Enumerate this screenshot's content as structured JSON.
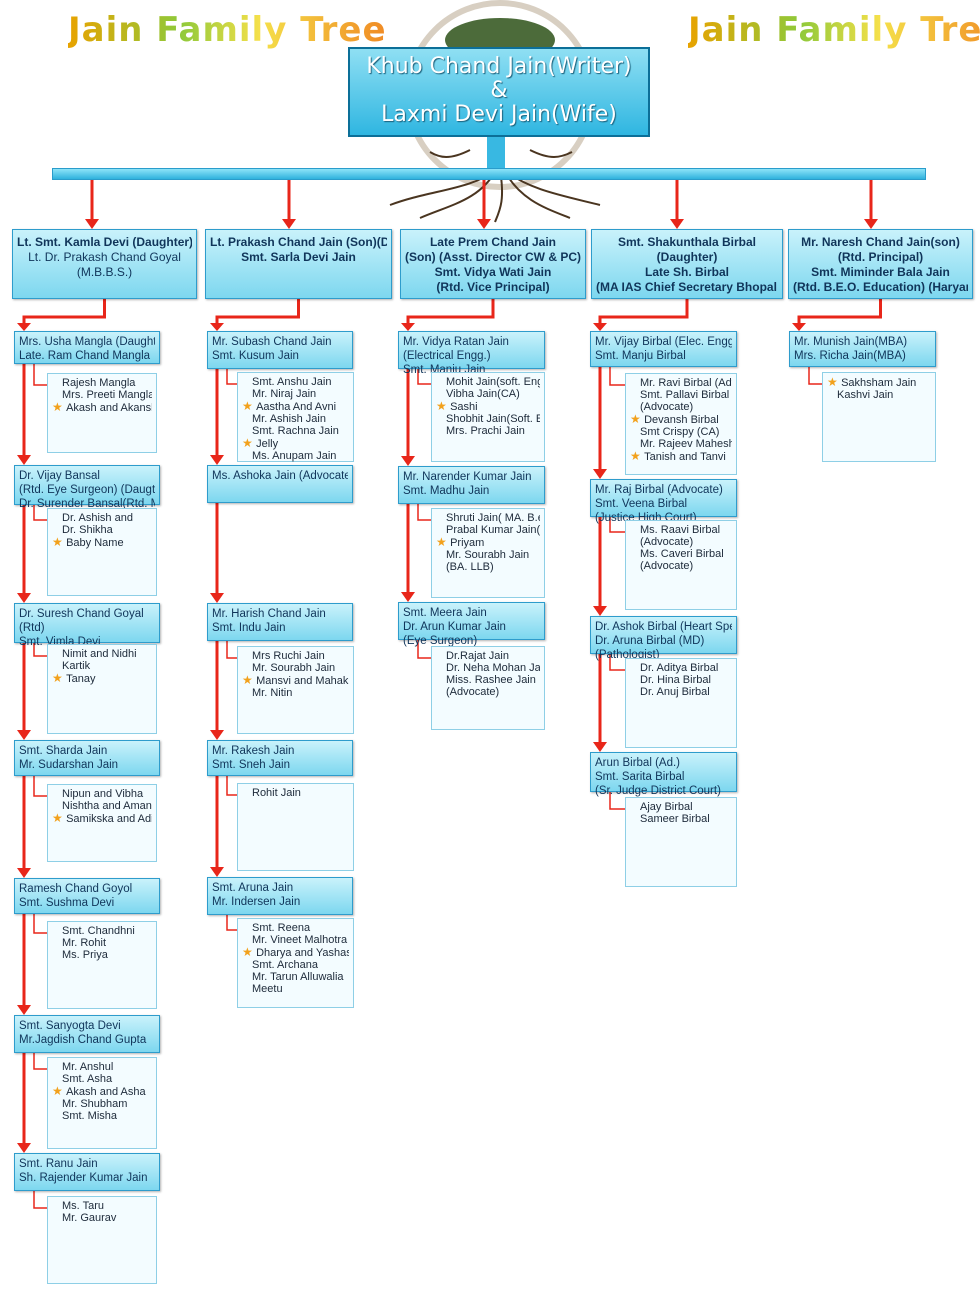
{
  "title_left": "Jain Family Tree",
  "title_right": "Jain Family Tree",
  "root": {
    "line1": "Khub Chand Jain(Writer)",
    "line2": "&",
    "line3": "Laxmi Devi Jain(Wife)"
  },
  "columns": [
    {
      "head": [
        "Lt. Smt. Kamla Devi (Daughter)",
        "Lt. Dr. Prakash Chand Goyal",
        "(M.B.B.S.)"
      ],
      "families": [
        {
          "parents": [
            "Mrs. Usha Mangla (Daughter)",
            "Late. Ram Chand Mangla"
          ],
          "children": [
            {
              "t": "Rajesh Mangla"
            },
            {
              "t": "Mrs. Preeti Mangla"
            },
            {
              "t": "Akash and Akansha",
              "star": true
            }
          ]
        },
        {
          "parents": [
            "Dr. Vijay Bansal",
            "(Rtd. Eye Surgeon) (Daugter)",
            "Dr. Surender Bansal(Rtd. MD)"
          ],
          "children": [
            {
              "t": "Dr. Ashish and"
            },
            {
              "t": "Dr. Shikha"
            },
            {
              "t": "Baby Name",
              "star": true
            }
          ]
        },
        {
          "parents": [
            "Dr. Suresh Chand Goyal",
            "(Rtd)",
            "Smt. Vimla Devi"
          ],
          "children": [
            {
              "t": "Nimit and Nidhi"
            },
            {
              "t": "Kartik"
            },
            {
              "t": "Tanay",
              "star": true
            }
          ]
        },
        {
          "parents": [
            "Smt. Sharda Jain",
            "Mr. Sudarshan Jain"
          ],
          "children": [
            {
              "t": "Nipun and Vibha"
            },
            {
              "t": "Nishtha and Aman"
            },
            {
              "t": "Samikska and Aditya",
              "star": true
            }
          ]
        },
        {
          "parents": [
            "Ramesh Chand Goyol",
            "Smt. Sushma Devi"
          ],
          "children": [
            {
              "t": "Smt. Chandhni"
            },
            {
              "t": "Mr. Rohit"
            },
            {
              "t": "Ms. Priya"
            }
          ]
        },
        {
          "parents": [
            "Smt. Sanyogta Devi",
            "Mr.Jagdish Chand Gupta"
          ],
          "children": [
            {
              "t": "Mr. Anshul"
            },
            {
              "t": "Smt. Asha"
            },
            {
              "t": "Akash and Asha",
              "star": true
            },
            {
              "t": "Mr. Shubham"
            },
            {
              "t": "Smt. Misha"
            }
          ]
        },
        {
          "parents": [
            "Smt. Ranu Jain",
            "Sh. Rajender Kumar Jain"
          ],
          "children": [
            {
              "t": "Ms. Taru"
            },
            {
              "t": "Mr. Gaurav"
            }
          ]
        }
      ]
    },
    {
      "head": [
        "Lt. Prakash Chand Jain (Son)(DSP)",
        "Smt. Sarla Devi Jain"
      ],
      "families": [
        {
          "parents": [
            "Mr. Subash Chand Jain",
            "Smt. Kusum Jain"
          ],
          "children": [
            {
              "t": "Smt. Anshu Jain"
            },
            {
              "t": "Mr. Niraj Jain"
            },
            {
              "t": "Aastha And Avni",
              "star": true
            },
            {
              "t": "Mr. Ashish Jain"
            },
            {
              "t": "Smt. Rachna Jain"
            },
            {
              "t": "Jelly",
              "star": true
            },
            {
              "t": "Ms. Anupam Jain"
            }
          ]
        },
        {
          "parents": [
            "Ms. Ashoka Jain (Advocate)"
          ],
          "children": []
        },
        {
          "parents": [
            "Mr. Harish Chand Jain",
            "Smt. Indu Jain"
          ],
          "children": [
            {
              "t": "Mrs Ruchi Jain"
            },
            {
              "t": "Mr. Sourabh Jain"
            },
            {
              "t": "Mansvi and Mahak",
              "star": true
            },
            {
              "t": "Mr. Nitin"
            }
          ]
        },
        {
          "parents": [
            "Mr. Rakesh Jain",
            "Smt. Sneh Jain"
          ],
          "children": [
            {
              "t": "Rohit Jain"
            }
          ]
        },
        {
          "parents": [
            "Smt. Aruna Jain",
            "Mr. Indersen Jain"
          ],
          "children": [
            {
              "t": "Smt. Reena"
            },
            {
              "t": "Mr. Vineet Malhotra"
            },
            {
              "t": "Dharya and Yashasvi",
              "star": true
            },
            {
              "t": "Smt. Archana"
            },
            {
              "t": "Mr. Tarun Alluwalia"
            },
            {
              "t": "Meetu"
            }
          ]
        }
      ]
    },
    {
      "head": [
        "Late Prem Chand Jain",
        "(Son) (Asst. Director CW & PC)",
        "Smt. Vidya Wati Jain",
        "(Rtd. Vice Principal)"
      ],
      "families": [
        {
          "parents": [
            "Mr. Vidya Ratan Jain",
            "(Electrical Engg.)",
            "Smt. Manju Jain"
          ],
          "children": [
            {
              "t": "Mohit Jain(soft. Engg."
            },
            {
              "t": "Vibha Jain(CA)"
            },
            {
              "t": "Sashi",
              "star": true
            },
            {
              "t": "Shobhit Jain(Soft. Engg.)"
            },
            {
              "t": "Mrs. Prachi Jain"
            }
          ]
        },
        {
          "parents": [
            "Mr. Narender Kumar Jain",
            "Smt. Madhu Jain"
          ],
          "children": [
            {
              "t": "Shruti Jain( MA. B.ed.)"
            },
            {
              "t": "Prabal Kumar Jain(CA)"
            },
            {
              "t": "Priyam",
              "star": true
            },
            {
              "t": "Mr. Sourabh Jain"
            },
            {
              "t": "(BA. LLB)"
            }
          ]
        },
        {
          "parents": [
            "Smt. Meera Jain",
            "Dr. Arun Kumar Jain",
            "(Eye Surgeon)"
          ],
          "children": [
            {
              "t": "Dr.Rajat Jain"
            },
            {
              "t": "Dr. Neha Mohan Jain"
            },
            {
              "t": "Miss. Rashee Jain"
            },
            {
              "t": "(Advocate)"
            }
          ]
        }
      ]
    },
    {
      "head": [
        "Smt. Shakunthala Birbal",
        "(Daughter)",
        "Late Sh. Birbal",
        "(MA IAS Chief Secretary Bhopal M.P.)"
      ],
      "families": [
        {
          "parents": [
            "Mr. Vijay Birbal (Elec. Engg.)",
            "Smt. Manju Birbal"
          ],
          "children": [
            {
              "t": "Mr. Ravi Birbal (Advocate)"
            },
            {
              "t": "Smt. Pallavi Birbal"
            },
            {
              "t": "(Advocate)"
            },
            {
              "t": "Devansh Birbal",
              "star": true
            },
            {
              "t": "Smt Crispy (CA)"
            },
            {
              "t": "Mr. Rajeev Maheshvary (CA)"
            },
            {
              "t": "Tanish and Tanvi",
              "star": true
            }
          ]
        },
        {
          "parents": [
            "Mr. Raj Birbal (Advocate)",
            "Smt. Veena Birbal",
            "(Justice High Court)"
          ],
          "children": [
            {
              "t": "Ms. Raavi Birbal"
            },
            {
              "t": "(Advocate)"
            },
            {
              "t": "Ms. Caveri Birbal"
            },
            {
              "t": "(Advocate)"
            }
          ]
        },
        {
          "parents": [
            "Dr. Ashok Birbal (Heart Spec.)",
            "Dr. Aruna Birbal (MD)",
            "(Pathologist)"
          ],
          "children": [
            {
              "t": "Dr. Aditya Birbal"
            },
            {
              "t": "Dr. Hina Birbal"
            },
            {
              "t": "Dr. Anuj Birbal"
            }
          ]
        },
        {
          "parents": [
            "Arun Birbal (Ad.)",
            "Smt. Sarita Birbal",
            "(Sr. Judge District Court)"
          ],
          "children": [
            {
              "t": "Ajay Birbal"
            },
            {
              "t": "Sameer Birbal"
            }
          ]
        }
      ]
    },
    {
      "head": [
        "Mr. Naresh Chand Jain(son)",
        "(Rtd. Principal)",
        "Smt. Miminder Bala Jain",
        "(Rtd. B.E.O. Education) (Haryana)"
      ],
      "families": [
        {
          "parents": [
            "Mr. Munish Jain(MBA)",
            "Mrs. Richa Jain(MBA)"
          ],
          "children": [
            {
              "t": "Sakhsham Jain",
              "star": true
            },
            {
              "t": "Kashvi Jain"
            }
          ]
        }
      ]
    }
  ]
}
